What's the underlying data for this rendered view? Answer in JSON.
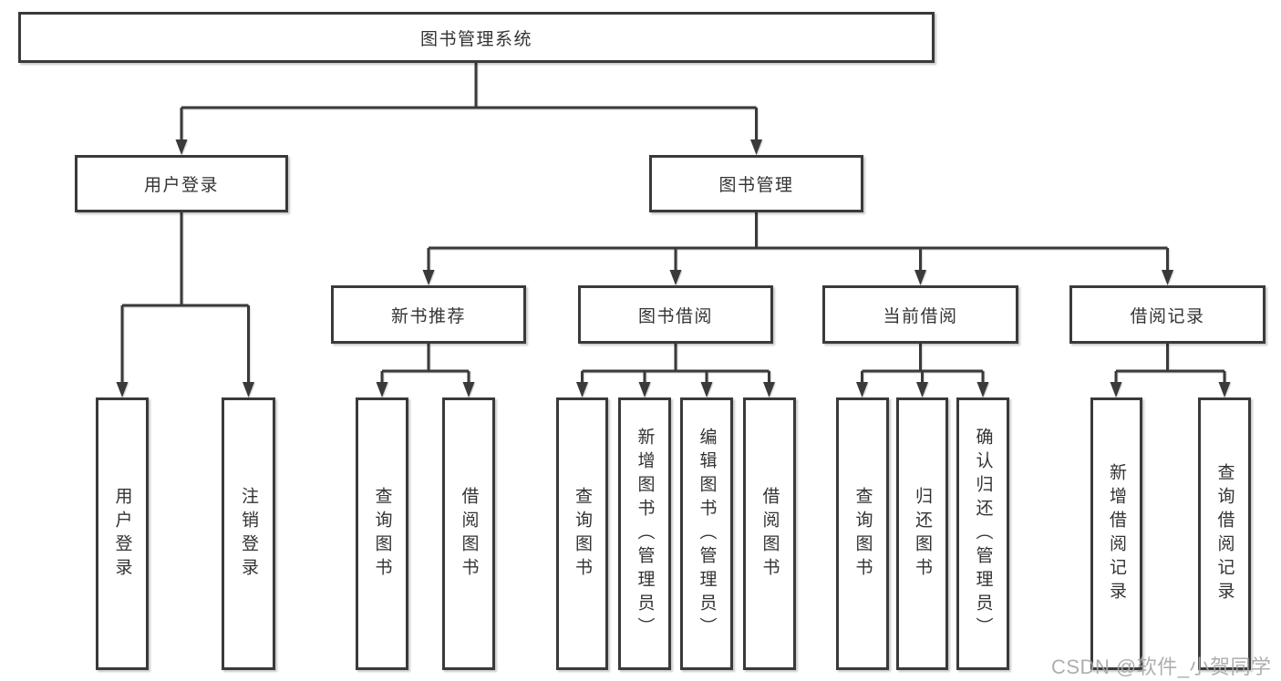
{
  "diagram": {
    "root": {
      "label": "图书管理系统"
    },
    "branches": [
      {
        "label": "用户登录",
        "children": [
          {
            "label": "用户登录"
          },
          {
            "label": "注销登录"
          }
        ]
      },
      {
        "label": "图书管理",
        "children": [
          {
            "label": "新书推荐",
            "children": [
              {
                "label": "查询图书"
              },
              {
                "label": "借阅图书"
              }
            ]
          },
          {
            "label": "图书借阅",
            "children": [
              {
                "label": "查询图书"
              },
              {
                "label": "新增图书（管理员）"
              },
              {
                "label": "编辑图书（管理员）"
              },
              {
                "label": "借阅图书"
              }
            ]
          },
          {
            "label": "当前借阅",
            "children": [
              {
                "label": "查询图书"
              },
              {
                "label": "归还图书"
              },
              {
                "label": "确认归还（管理员）"
              }
            ]
          },
          {
            "label": "借阅记录",
            "children": [
              {
                "label": "新增借阅记录"
              },
              {
                "label": "查询借阅记录"
              }
            ]
          }
        ]
      }
    ]
  },
  "watermark": {
    "text": "CSDN @软件_小贺同学"
  },
  "colors": {
    "line": "#3a3a3a",
    "box_border": "#3a3a3a",
    "box_fill": "#ffffff",
    "text": "#333333",
    "watermark": "#a6a6a6",
    "bg": "#ffffff"
  }
}
